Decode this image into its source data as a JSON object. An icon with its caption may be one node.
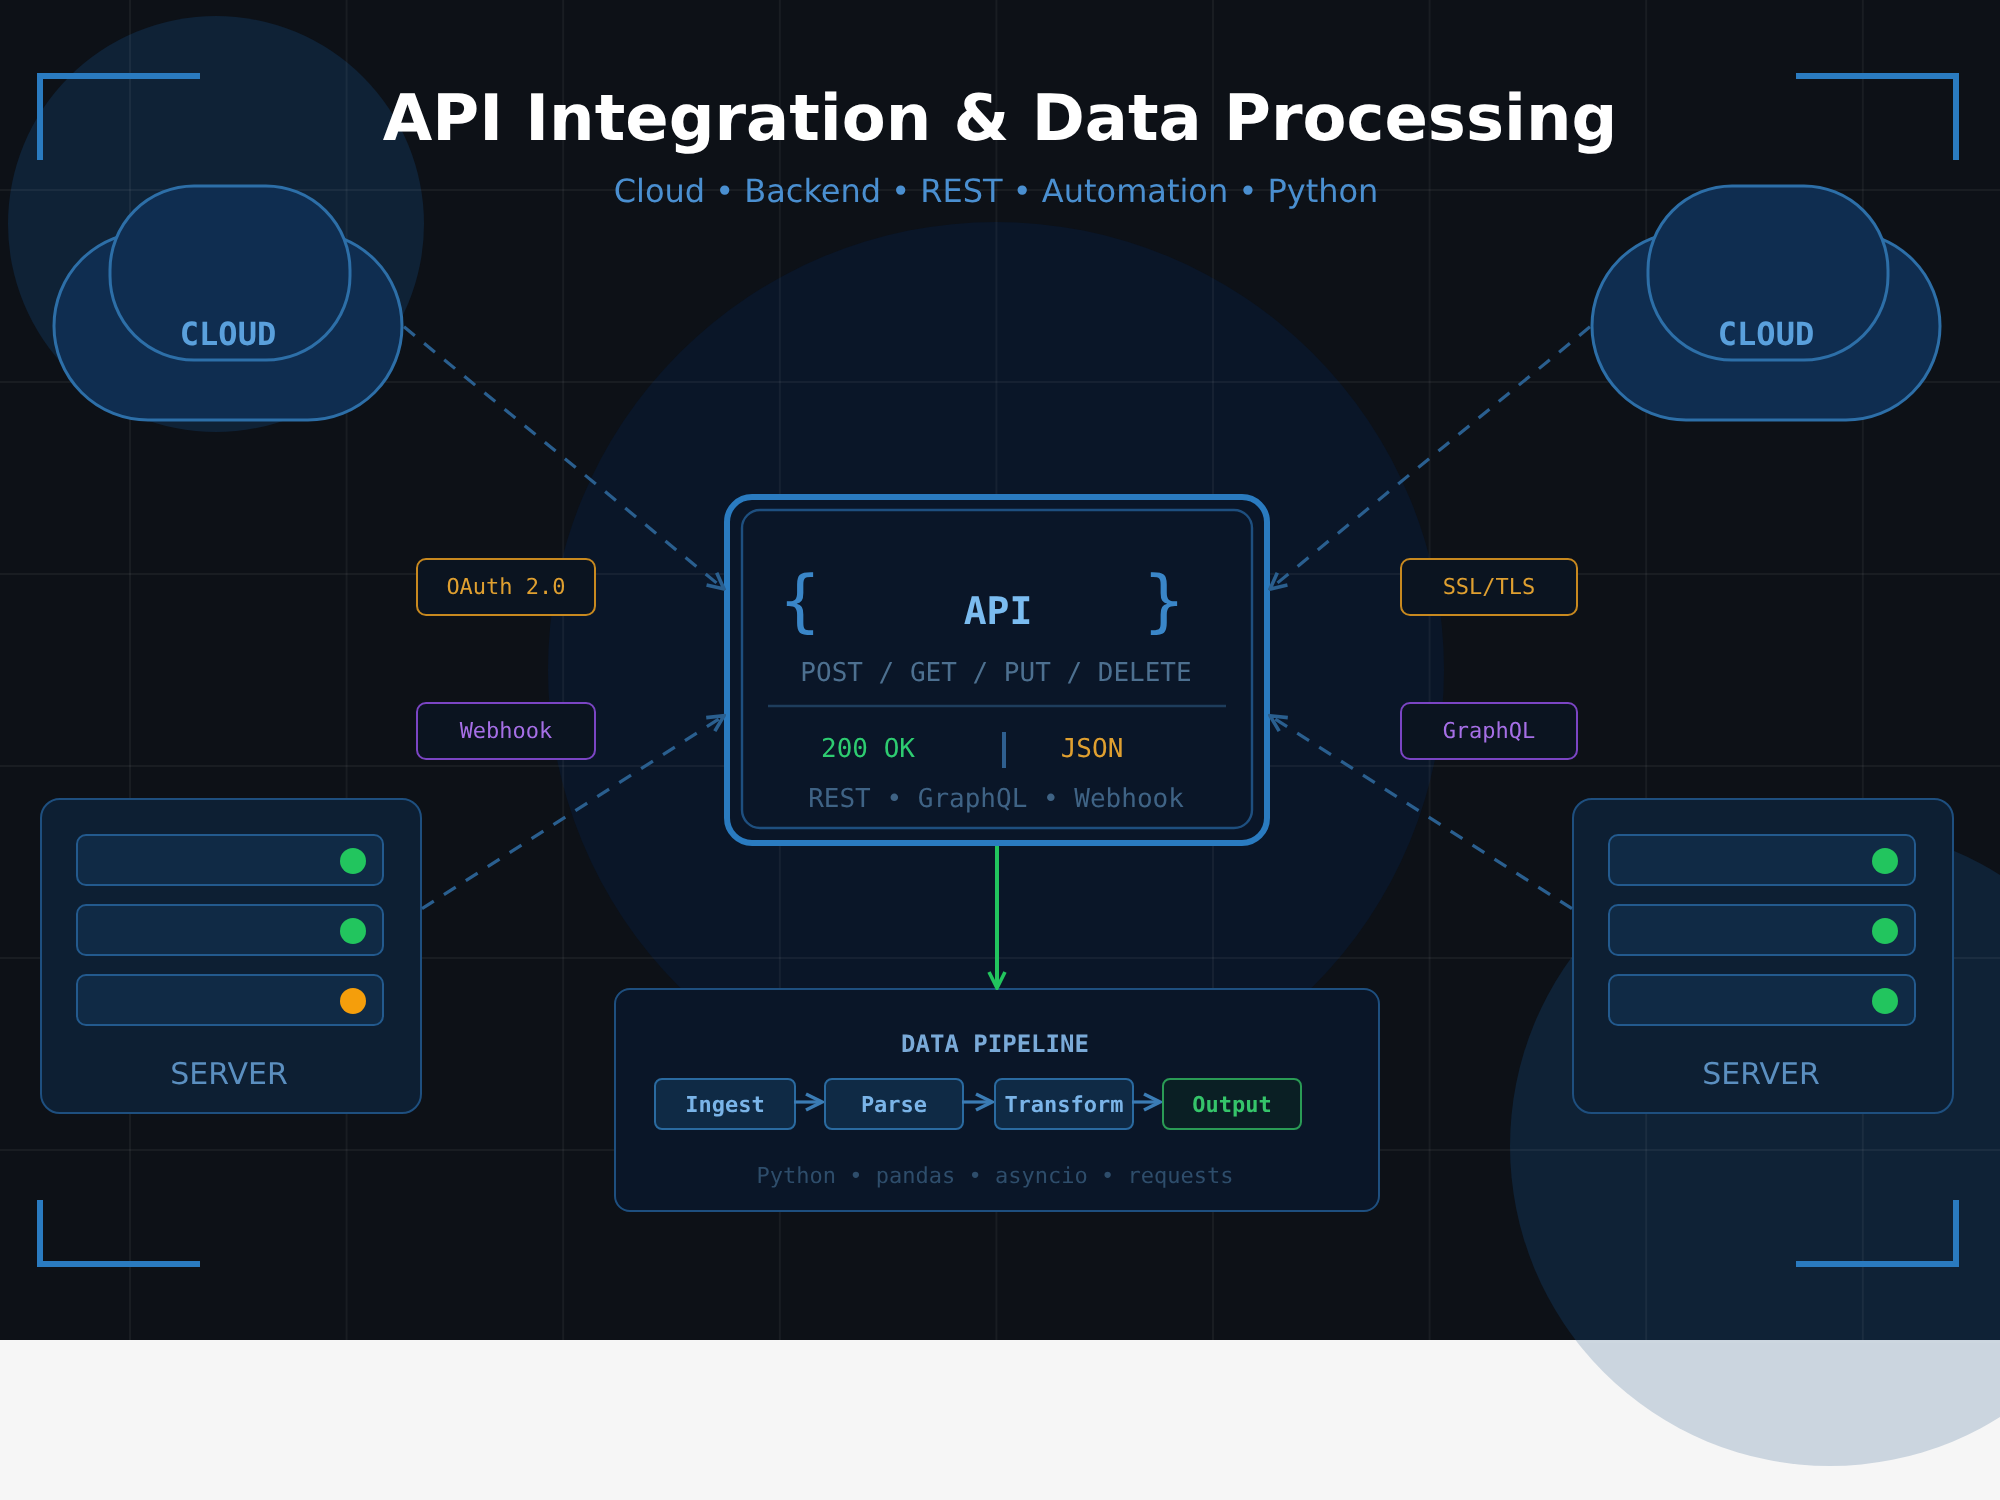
{
  "diagram": {
    "title": "API Integration & Data Processing",
    "nodes": [
      {
        "text": [
          "CLOUD"
        ]
      },
      {
        "text": [
          "CLOUD"
        ]
      },
      {
        "text": [
          "OAuth 2.0"
        ]
      },
      {
        "text": [
          "SSL/TLS"
        ]
      },
      {
        "text": [
          "{",
          "API",
          "}",
          "POST / GET / PUT / DELETE",
          "200 OK",
          "JSON",
          "REST • GraphQL • Webhook"
        ]
      },
      {
        "text": [
          "Webhook"
        ]
      },
      {
        "text": [
          "GraphQL"
        ]
      },
      {
        "text": [
          "SERVER"
        ]
      },
      {
        "text": [
          "SERVER"
        ]
      },
      {
        "text": [
          "DATA PIPELINE",
          "Python • pandas • asyncio • requests"
        ]
      },
      {
        "text": [
          "Ingest"
        ],
        "in": 9
      },
      {
        "text": [
          "Parse"
        ],
        "in": 9
      },
      {
        "text": [
          "Transform"
        ],
        "in": 9
      },
      {
        "text": [
          "Output"
        ],
        "in": 9
      }
    ],
    "edges": [
      {
        "from": 0,
        "to": 4,
        "arrow": "to",
        "style": "dashed"
      },
      {
        "from": 1,
        "to": 4,
        "arrow": "to",
        "style": "dashed"
      },
      {
        "from": 7,
        "to": 4,
        "arrow": "to",
        "style": "dashed"
      },
      {
        "from": 8,
        "to": 4,
        "arrow": "to",
        "style": "dashed"
      },
      {
        "from": 4,
        "to": 9,
        "arrow": "to",
        "color": "#22c55e"
      },
      {
        "from": 10,
        "to": 11,
        "arrow": "to"
      },
      {
        "from": 11,
        "to": 12,
        "arrow": "to"
      },
      {
        "from": 12,
        "to": 13,
        "arrow": "to"
      }
    ],
    "labels": [
      "Cloud • Backend • REST • Automation • Python"
    ]
  }
}
